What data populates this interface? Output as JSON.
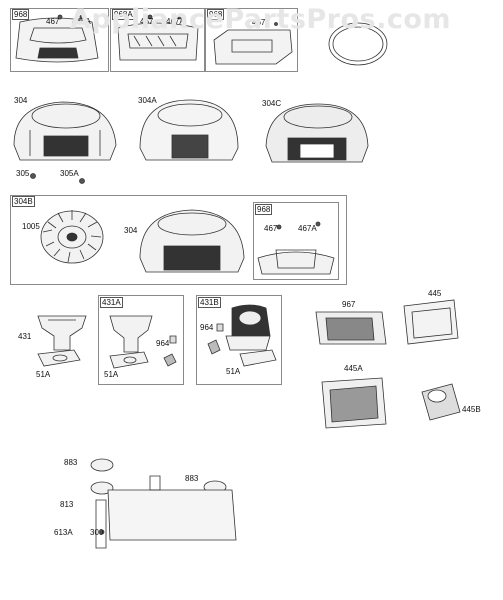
{
  "watermark": "AppliancePartsPros.com",
  "groups": {
    "g968": "968",
    "g968A": "968A",
    "g968c": "968",
    "g304B": "304B",
    "g968d": "968",
    "g431A": "431A",
    "g431B": "431B"
  },
  "labels": {
    "l467a": "467",
    "l467Aa": "467A",
    "l467b": "467",
    "l467Ab": "467A",
    "l467c": "467",
    "l304": "304",
    "l304A": "304A",
    "l304C": "304C",
    "l305": "305",
    "l305A": "305A",
    "l1005": "1005",
    "l304b": "304",
    "l467d": "467",
    "l467Ad": "467A",
    "l431": "431",
    "l51Aa": "51A",
    "l964a": "964",
    "l51Ab": "51A",
    "l964b": "964",
    "l51Ac": "51A",
    "l967": "967",
    "l445": "445",
    "l445A": "445A",
    "l445B": "445B",
    "l883a": "883",
    "l883b": "883",
    "l813": "813",
    "l613A": "613A",
    "l300": "300"
  }
}
